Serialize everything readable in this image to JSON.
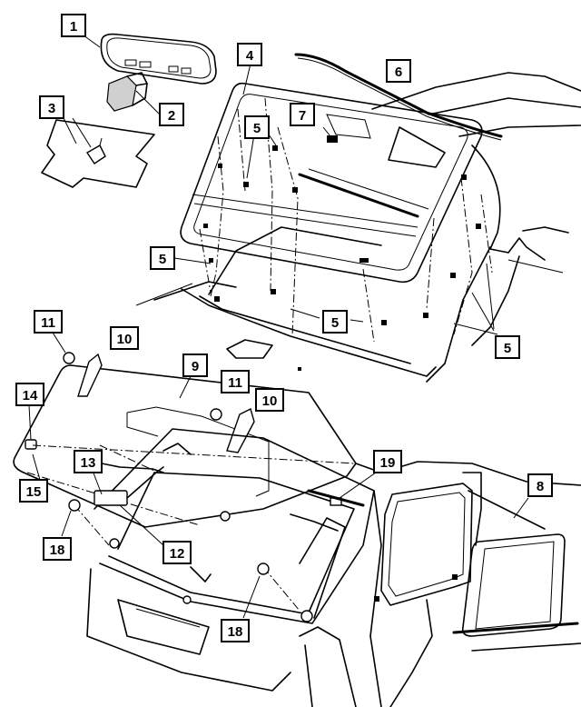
{
  "callouts": [
    {
      "id": "c1",
      "label": "1"
    },
    {
      "id": "c2",
      "label": "2"
    },
    {
      "id": "c3",
      "label": "3"
    },
    {
      "id": "c4",
      "label": "4"
    },
    {
      "id": "c5a",
      "label": "5"
    },
    {
      "id": "c5b",
      "label": "5"
    },
    {
      "id": "c5c",
      "label": "5"
    },
    {
      "id": "c5d",
      "label": "5"
    },
    {
      "id": "c6",
      "label": "6"
    },
    {
      "id": "c7",
      "label": "7"
    },
    {
      "id": "c8",
      "label": "8"
    },
    {
      "id": "c9",
      "label": "9"
    },
    {
      "id": "c10a",
      "label": "10"
    },
    {
      "id": "c10b",
      "label": "10"
    },
    {
      "id": "c11a",
      "label": "11"
    },
    {
      "id": "c11b",
      "label": "11"
    },
    {
      "id": "c12",
      "label": "12"
    },
    {
      "id": "c13",
      "label": "13"
    },
    {
      "id": "c14",
      "label": "14"
    },
    {
      "id": "c15",
      "label": "15"
    },
    {
      "id": "c18a",
      "label": "18"
    },
    {
      "id": "c18b",
      "label": "18"
    },
    {
      "id": "c19",
      "label": "19"
    }
  ]
}
